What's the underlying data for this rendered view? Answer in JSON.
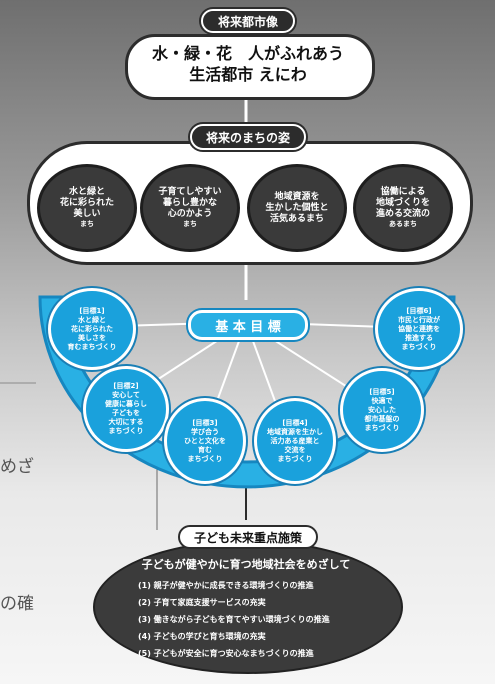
{
  "vision_tag": "将来都市像",
  "vision_line1": "水・緑・花　人がふれあう",
  "vision_line2": "生活都市 えにわ",
  "future_tag": "将来のまちの姿",
  "future_items": [
    {
      "lines": [
        "水と緑と",
        "花に彩られた",
        "美しい"
      ],
      "sub": "まち"
    },
    {
      "lines": [
        "子育てしやすい",
        "暮らし豊かな",
        "心のかよう"
      ],
      "sub": "まち"
    },
    {
      "lines": [
        "地域資源を",
        "生かした個性と",
        "活気あるまち"
      ],
      "sub": ""
    },
    {
      "lines": [
        "協働による",
        "地域づくりを",
        "進める交流の"
      ],
      "sub": "あるまち"
    }
  ],
  "goals_tag": "基 本 目 標",
  "goals": [
    {
      "head": "[目標1]",
      "lines": [
        "水と緑と",
        "花に彩られた",
        "美しさを",
        "育むまちづくり"
      ]
    },
    {
      "head": "[目標2]",
      "lines": [
        "安心して",
        "健康に暮らし",
        "子どもを",
        "大切にする",
        "まちづくり"
      ]
    },
    {
      "head": "[目標3]",
      "lines": [
        "学び合う",
        "ひとと文化を",
        "育む",
        "まちづくり"
      ]
    },
    {
      "head": "[目標4]",
      "lines": [
        "地域資源を生かし",
        "活力ある産業と",
        "交流を",
        "まちづくり"
      ]
    },
    {
      "head": "[目標5]",
      "lines": [
        "快適で",
        "安心した",
        "都市基盤の",
        "まちづくり"
      ]
    },
    {
      "head": "[目標6]",
      "lines": [
        "市民と行政が",
        "協働と連携を",
        "推進する",
        "まちづくり"
      ]
    }
  ],
  "kids_tag": "子ども未来重点施策",
  "kids_title": "子どもが健やかに育つ地域社会をめざして",
  "kids_items": [
    "(1) 親子が健やかに成長できる環境づくりの推進",
    "(2) 子育て家庭支援サービスの充実",
    "(3) 働きながら子どもを育てやすい環境づくりの推進",
    "(4) 子どもの学びと育ち環境の充実",
    "(5) 子どもが安全に育つ安心なまちづくりの推進"
  ],
  "side_text1": "めざ",
  "side_text2": "の確"
}
